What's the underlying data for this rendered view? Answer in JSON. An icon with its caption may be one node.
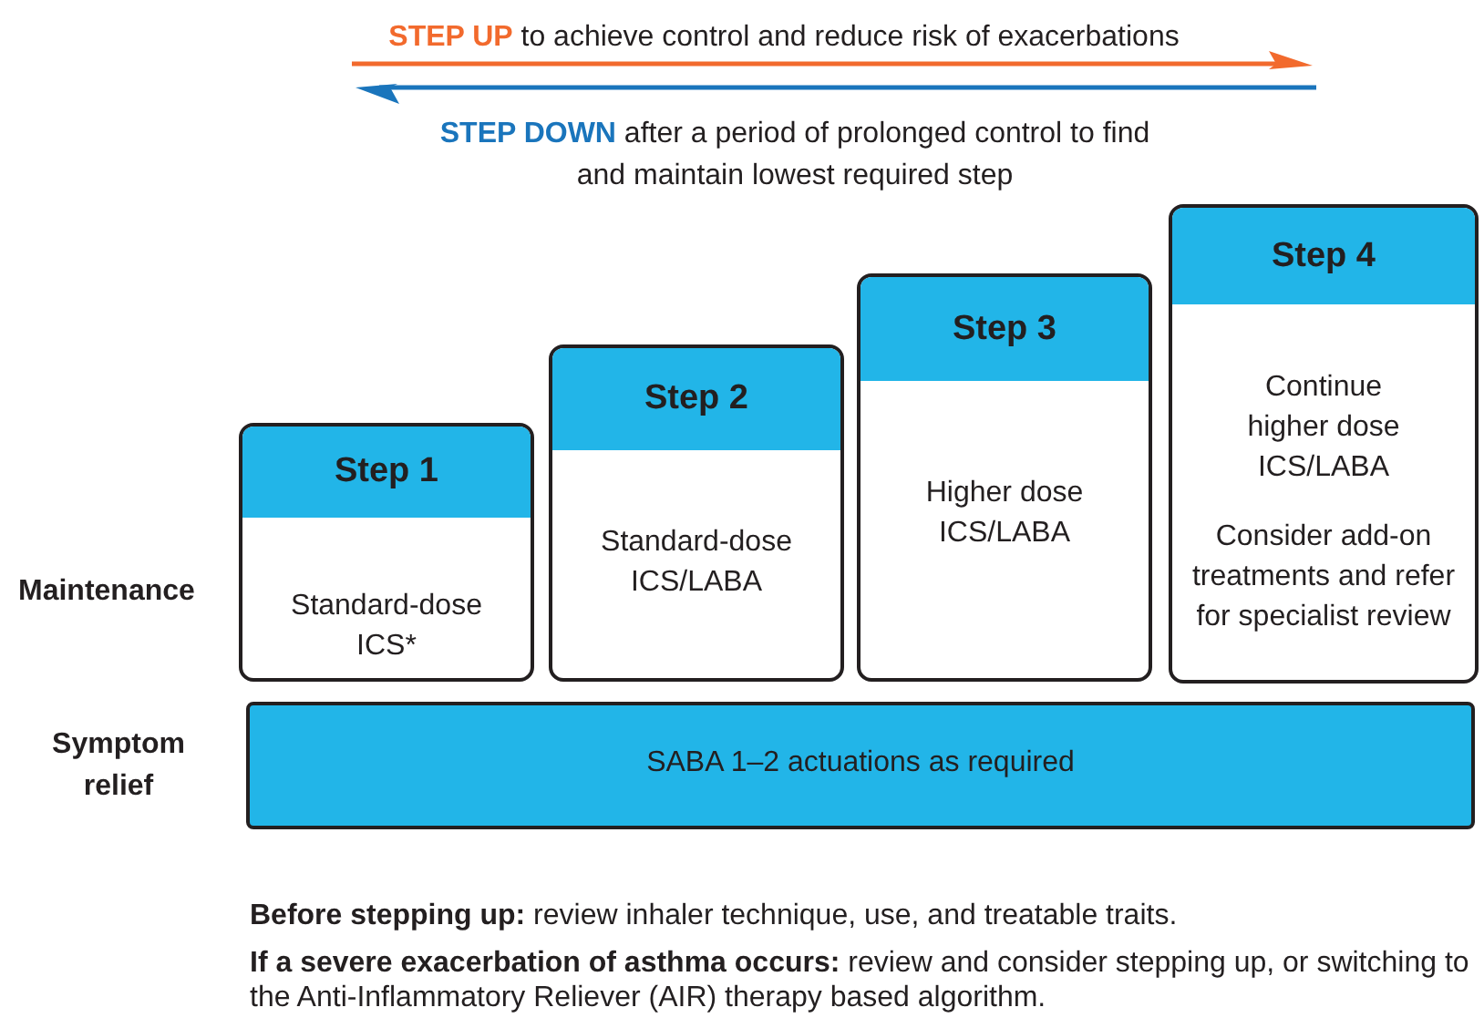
{
  "diagram": {
    "nodes": [
      {
        "text": [
          "Step 1",
          "Standard-dose ICS*"
        ]
      },
      {
        "text": [
          "Step 2",
          "Standard-dose ICS/LABA"
        ]
      },
      {
        "text": [
          "Step 3",
          "Higher dose ICS/LABA"
        ]
      },
      {
        "text": [
          "Step 4",
          "Continue higher dose ICS/LABA",
          "Consider add-on treatments and refer for specialist review"
        ]
      },
      {
        "text": [
          "SABA 1–2 actuations as required"
        ]
      }
    ],
    "labels": [
      "**STEP UP** to achieve control and reduce risk of exacerbations",
      "**STEP DOWN** after a period of prolonged control to find and maintain lowest required step",
      "Maintenance",
      "Symptom relief",
      "**Before stepping up:** review inhaler technique, use, and treatable traits.",
      "**If a severe exacerbation of asthma occurs:** review and consider stepping up, or switching to the Anti-Inflammatory Reliever (AIR) therapy based algorithm."
    ]
  }
}
